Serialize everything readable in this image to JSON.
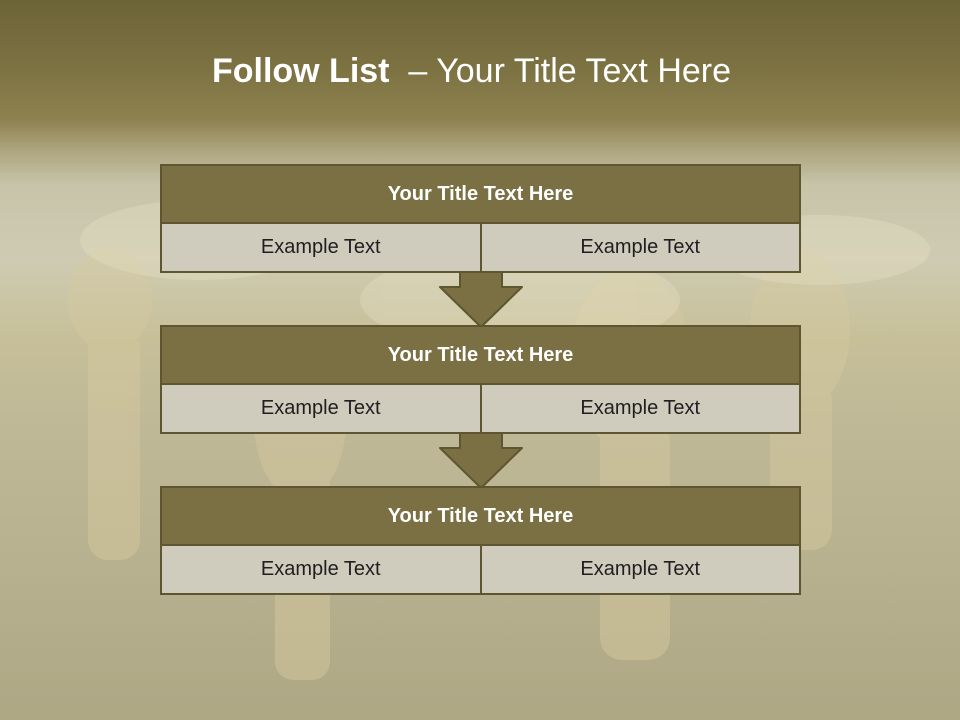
{
  "slide": {
    "title_bold": "Follow List",
    "title_separator": "–",
    "title_rest": "Your Title Text Here",
    "steps": [
      {
        "heading": "Your Title Text Here",
        "left": "Example Text",
        "right": "Example Text"
      },
      {
        "heading": "Your Title Text Here",
        "left": "Example Text",
        "right": "Example Text"
      },
      {
        "heading": "Your Title Text Here",
        "left": "Example Text",
        "right": "Example Text"
      }
    ]
  },
  "colors": {
    "header_fill": "#7b7043",
    "cell_fill": "#cfcbbd",
    "border": "#5d5631",
    "title_text": "#ffffff"
  },
  "icons": {
    "connector": "down-arrow-icon"
  }
}
